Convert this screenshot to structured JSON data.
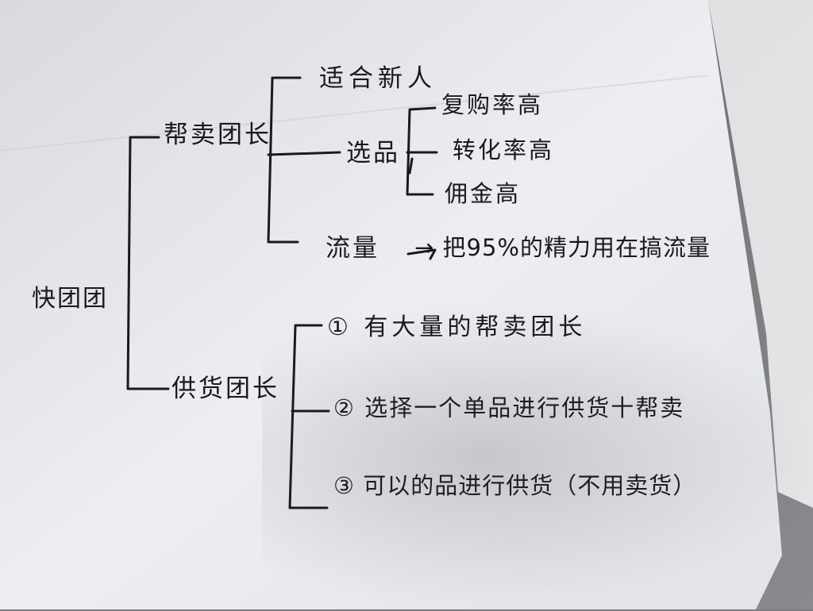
{
  "mindmap": {
    "root": "快团团",
    "branches": [
      {
        "label": "帮卖团长",
        "children": [
          {
            "label": "适合新人"
          },
          {
            "label": "选品",
            "children": [
              "复购率高",
              "转化率高",
              "佣金高"
            ]
          },
          {
            "label": "流量",
            "note": "→ 把95%的精力用在搞流量"
          }
        ]
      },
      {
        "label": "供货团长",
        "children": [
          {
            "label": "① 有大量的帮卖团长"
          },
          {
            "label": "② 选择一个单品进行供货十帮卖"
          },
          {
            "label": "③ 可以的品进行供货（不用卖货）"
          }
        ]
      }
    ]
  },
  "colors": {
    "ink": "#1a1a1c",
    "paper": "#e9eaef",
    "surface": "#7c7d80"
  }
}
